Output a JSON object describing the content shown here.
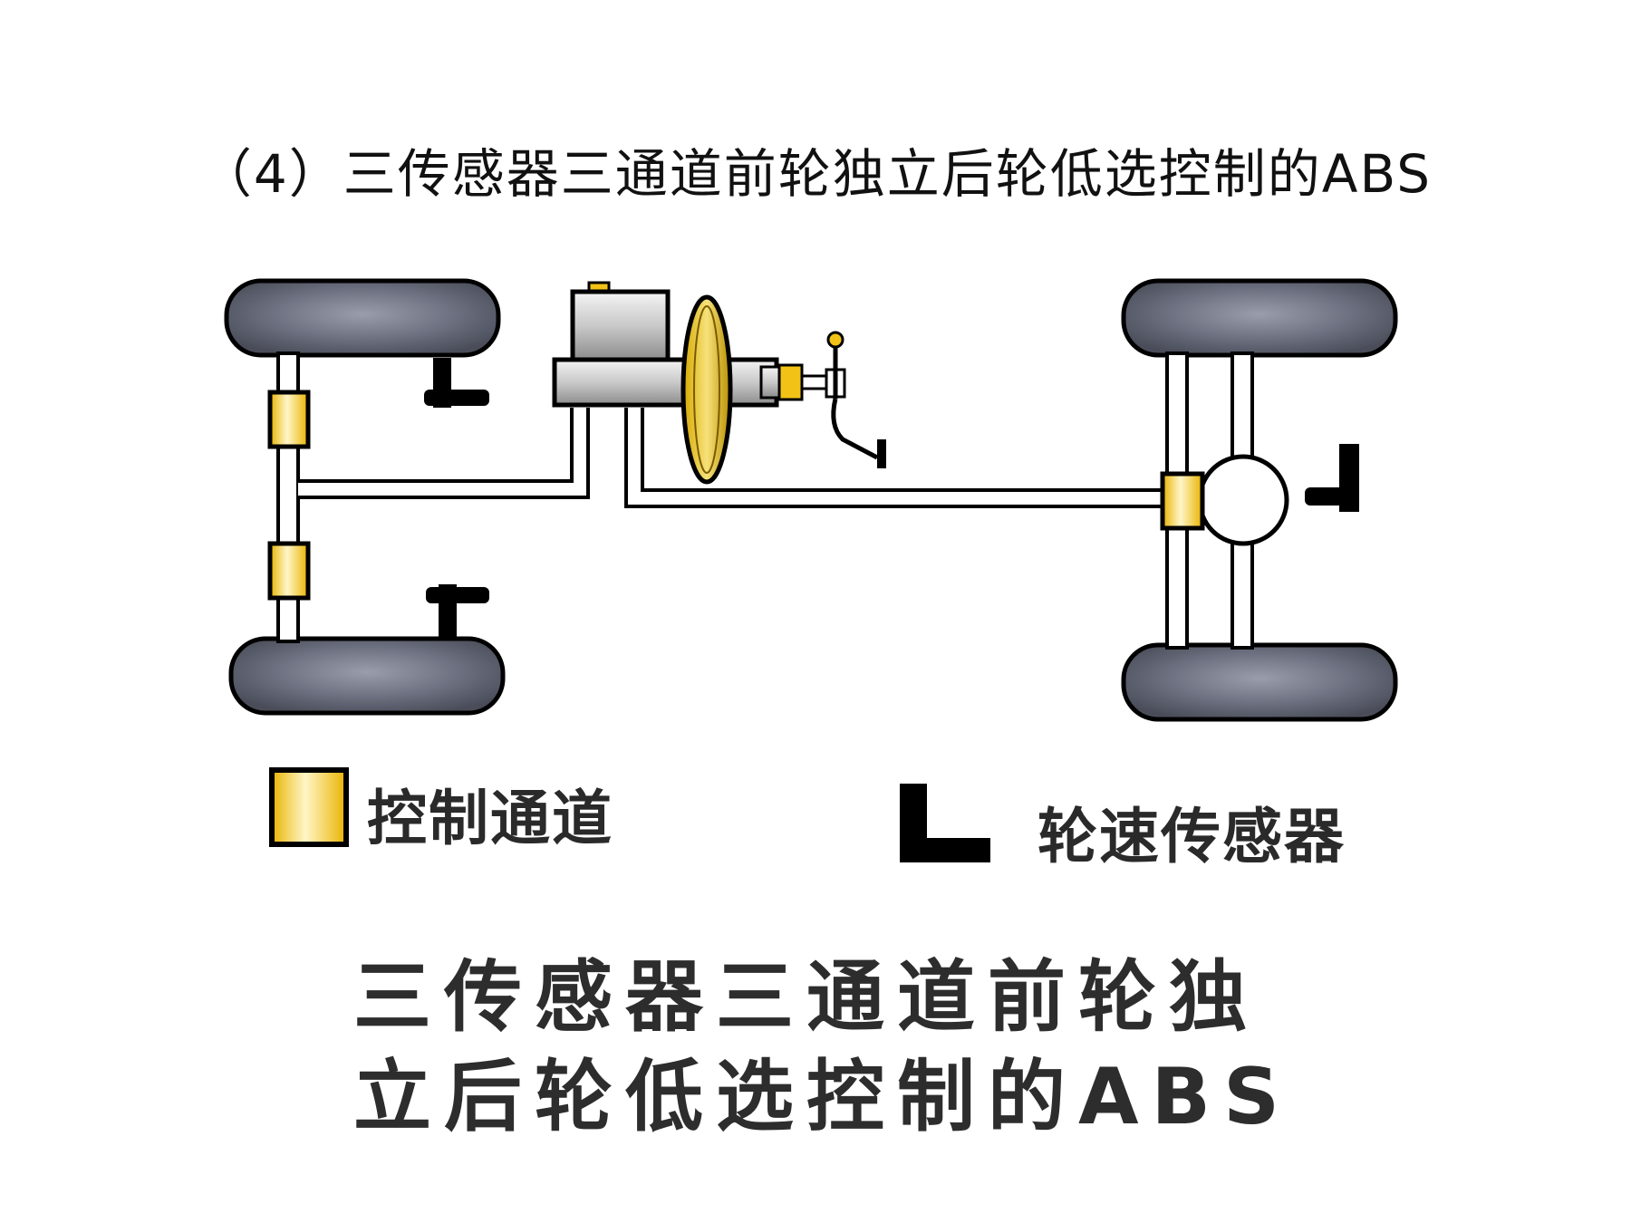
{
  "title": "（4）三传感器三通道前轮独立后轮低选控制的ABS",
  "legend": {
    "control_channel": "控制通道",
    "wheel_speed_sensor": "轮速传感器"
  },
  "caption": {
    "line1": "三传感器三通道前轮独",
    "line2": "立后轮低选控制的ABS"
  },
  "colors": {
    "tire": "#6b6f7e",
    "channel": "#f2c316",
    "sensor": "#111111",
    "pipe": "#000000"
  },
  "icons": {
    "channel": "yellow-channel-block",
    "sensor": "l-shaped-sensor-icon"
  }
}
